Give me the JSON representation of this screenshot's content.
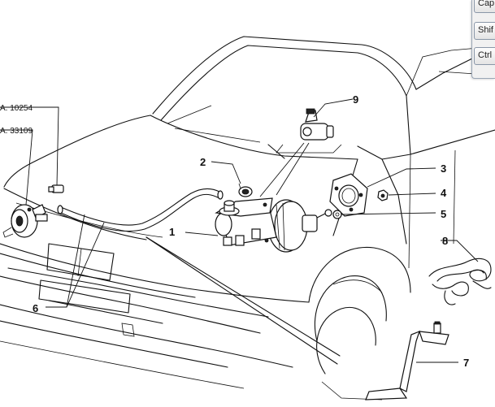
{
  "callouts": [
    "1",
    "2",
    "3",
    "4",
    "5",
    "6",
    "7",
    "8",
    "9"
  ],
  "references": [
    "A. 10254",
    "A. 33109"
  ],
  "keyboard_keys": [
    "Cap",
    "Shif",
    "Ctrl"
  ]
}
